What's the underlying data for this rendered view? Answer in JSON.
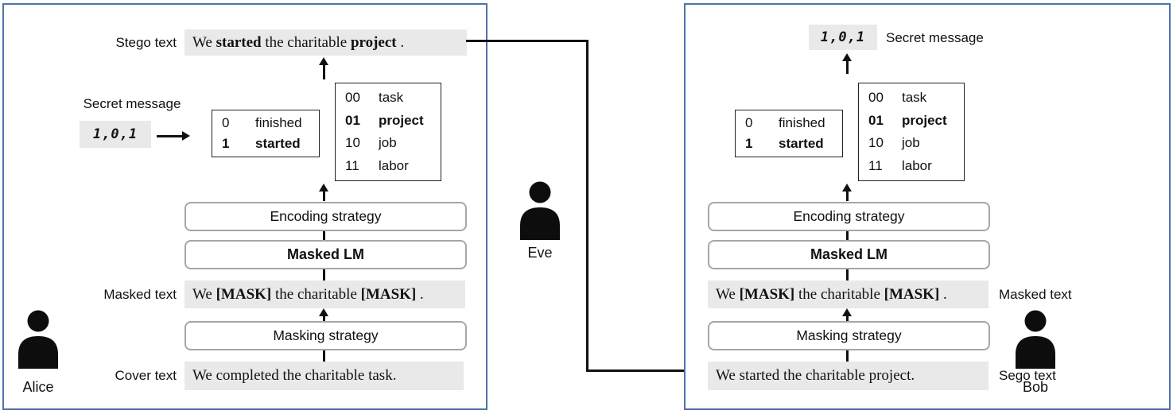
{
  "colors": {
    "panel_border": "#4f72a9",
    "highlight_bg": "#e9e9e9",
    "rounded_box_border": "#a6a6a6",
    "arrow": "#111111"
  },
  "icons": {
    "alice": "person-icon",
    "eve": "person-icon",
    "bob": "person-icon"
  },
  "diagram": {
    "left_panel": {
      "stego_label": "Stego text",
      "stego_text": {
        "p1": "We ",
        "b1": "started",
        "p2": " the charitable ",
        "b2": "project",
        "p3": " ."
      },
      "secret_message_label": "Secret message",
      "secret_message_value": "1,0,1",
      "encode_table_1bit": {
        "rows": [
          {
            "code": "0",
            "word": "finished",
            "bold": false
          },
          {
            "code": "1",
            "word": "started",
            "bold": true
          }
        ]
      },
      "encode_table_2bit": {
        "rows": [
          {
            "code": "00",
            "word": "task",
            "bold": false
          },
          {
            "code": "01",
            "word": "project",
            "bold": true
          },
          {
            "code": "10",
            "word": "job",
            "bold": false
          },
          {
            "code": "11",
            "word": "labor",
            "bold": false
          }
        ]
      },
      "encoding_strategy_label": "Encoding strategy",
      "masked_lm_label": "Masked LM",
      "masked_text_label": "Masked text",
      "masked_text": {
        "p1": "We ",
        "b1": "[MASK]",
        "p2": " the charitable ",
        "b2": "[MASK]",
        "p3": " ."
      },
      "masking_strategy_label": "Masking strategy",
      "cover_text_label": "Cover text",
      "cover_text": "We completed the charitable task.",
      "person_name": "Alice"
    },
    "eavesdropper": {
      "person_name": "Eve"
    },
    "right_panel": {
      "secret_message_label": "Secret message",
      "secret_message_value": "1,0,1",
      "encode_table_1bit": {
        "rows": [
          {
            "code": "0",
            "word": "finished",
            "bold": false
          },
          {
            "code": "1",
            "word": "started",
            "bold": true
          }
        ]
      },
      "encode_table_2bit": {
        "rows": [
          {
            "code": "00",
            "word": "task",
            "bold": false
          },
          {
            "code": "01",
            "word": "project",
            "bold": true
          },
          {
            "code": "10",
            "word": "job",
            "bold": false
          },
          {
            "code": "11",
            "word": "labor",
            "bold": false
          }
        ]
      },
      "encoding_strategy_label": "Encoding strategy",
      "masked_lm_label": "Masked LM",
      "masked_text_label": "Masked text",
      "masked_text": {
        "p1": "We ",
        "b1": "[MASK]",
        "p2": " the charitable ",
        "b2": "[MASK]",
        "p3": " ."
      },
      "masking_strategy_label": "Masking strategy",
      "sego_text_label": "Sego text",
      "sego_text": "We started the charitable project.",
      "person_name": "Bob"
    }
  }
}
